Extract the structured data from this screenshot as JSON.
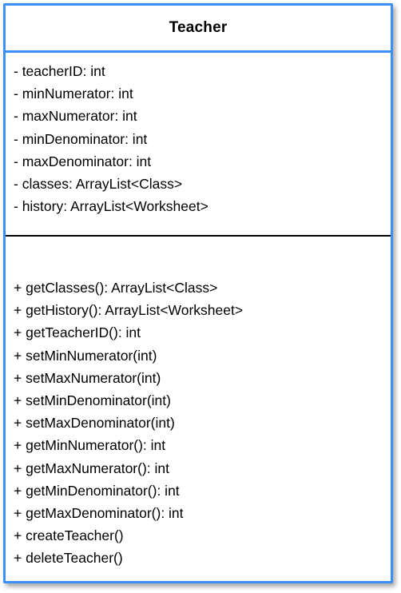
{
  "class": {
    "name": "Teacher",
    "attributes": [
      "- teacherID: int",
      "- minNumerator: int",
      "- maxNumerator: int",
      "- minDenominator: int",
      "- maxDenominator: int",
      "- classes: ArrayList<Class>",
      "- history: ArrayList<Worksheet>"
    ],
    "methods": [
      "+ getClasses(): ArrayList<Class>",
      "+ getHistory(): ArrayList<Worksheet>",
      "+ getTeacherID(): int",
      "+ setMinNumerator(int)",
      "+ setMaxNumerator(int)",
      "+ setMinDenominator(int)",
      "+ setMaxDenominator(int)",
      "+ getMinNumerator(): int",
      "+ getMaxNumerator(): int",
      "+ getMinDenominator(): int",
      "+ getMaxDenominator(): int",
      "+ createTeacher()",
      "+ deleteTeacher()"
    ]
  },
  "colors": {
    "border": "#3c8ff5",
    "divider": "#000000",
    "background": "#ffffff"
  }
}
